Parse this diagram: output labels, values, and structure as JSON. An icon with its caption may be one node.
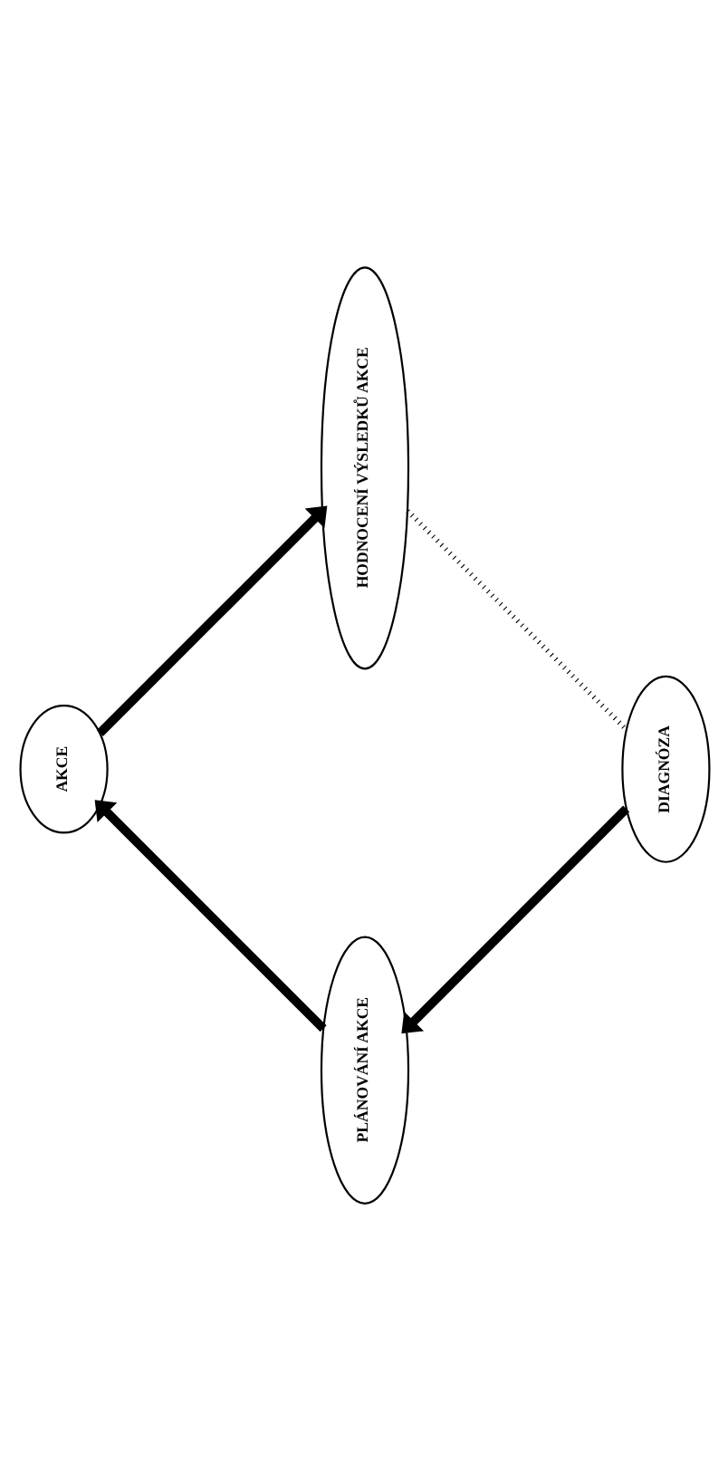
{
  "diagram": {
    "nodes": [
      {
        "text": [
          "DIAGNÓZA"
        ]
      },
      {
        "text": [
          "PLÁNOVÁNÍ AKCE"
        ]
      },
      {
        "text": [
          "AKCE"
        ]
      },
      {
        "text": [
          "HODNOCENÍ VÝSLEDKŮ AKCE"
        ]
      }
    ],
    "edges": [
      {
        "from": 0,
        "to": 1,
        "arrow": "to"
      },
      {
        "from": 1,
        "to": 2,
        "arrow": "to"
      },
      {
        "from": 2,
        "to": 3,
        "arrow": "to"
      },
      {
        "from": 3,
        "to": 0,
        "arrow": "none",
        "style": "dashed"
      }
    ]
  }
}
